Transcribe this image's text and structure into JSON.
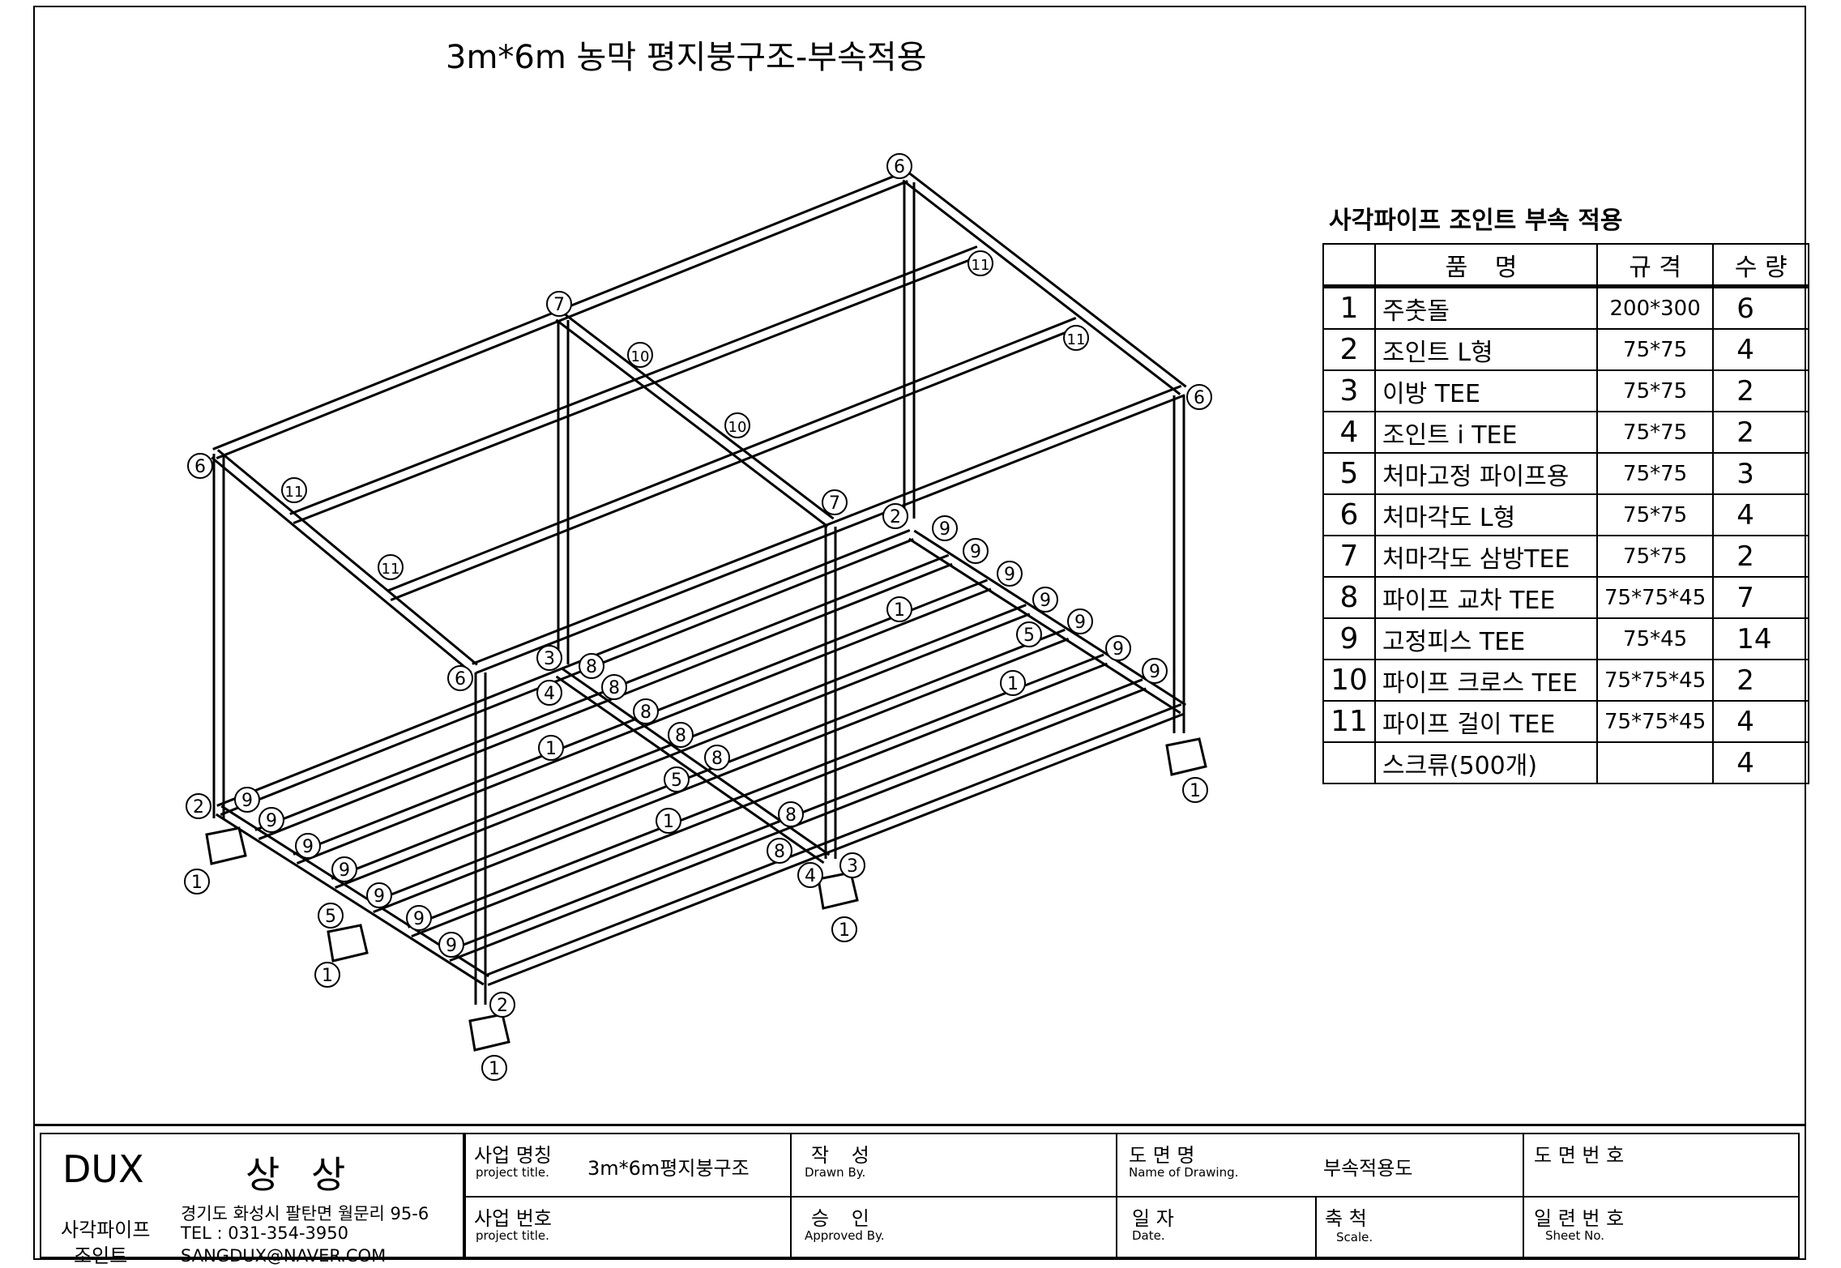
{
  "title": "3m*6m 농막 평지붕구조-부속적용",
  "parts_table": {
    "title": "사각파이프 조인트 부속 적용",
    "headers": {
      "name": "품 명",
      "spec": "규 격",
      "qty": "수 량"
    },
    "rows": [
      {
        "no": "1",
        "name": "주춧돌",
        "spec": "200*300",
        "qty": "6"
      },
      {
        "no": "2",
        "name": "조인트 L형",
        "spec": "75*75",
        "qty": "4"
      },
      {
        "no": "3",
        "name": "이방 TEE",
        "spec": "75*75",
        "qty": "2"
      },
      {
        "no": "4",
        "name": "조인트 i TEE",
        "spec": "75*75",
        "qty": "2"
      },
      {
        "no": "5",
        "name": "처마고정 파이프용",
        "spec": "75*75",
        "qty": "3"
      },
      {
        "no": "6",
        "name": "처마각도 L형",
        "spec": "75*75",
        "qty": "4"
      },
      {
        "no": "7",
        "name": "처마각도 삼방TEE",
        "spec": "75*75",
        "qty": "2"
      },
      {
        "no": "8",
        "name": "파이프 교차 TEE",
        "spec": "75*75*45",
        "qty": "7"
      },
      {
        "no": "9",
        "name": "고정피스 TEE",
        "spec": "75*45",
        "qty": "14"
      },
      {
        "no": "10",
        "name": "파이프 크로스 TEE",
        "spec": "75*75*45",
        "qty": "2"
      },
      {
        "no": "11",
        "name": "파이프 걸이 TEE",
        "spec": "75*75*45",
        "qty": "4"
      },
      {
        "no": "",
        "name": "스크류(500개)",
        "spec": "",
        "qty": "4"
      }
    ]
  },
  "drawing_labels": {
    "callouts": [
      "1",
      "2",
      "3",
      "4",
      "5",
      "6",
      "7",
      "8",
      "9",
      "10",
      "11"
    ]
  },
  "title_block": {
    "company": "DUX",
    "company_kr": "상 상",
    "subtitle_line1": "사각파이프",
    "subtitle_line2": "조인트",
    "address": "경기도 화성시 팔탄면 월문리 95-6",
    "tel": "TEL : 031-354-3950",
    "email": "SANGDUX@NAVER.COM",
    "project_title_label": "사업 명칭",
    "project_title_en": "project title.",
    "project_title_value": "3m*6m평지붕구조",
    "project_no_label": "사업 번호",
    "project_no_en": "project title.",
    "drawn_label": "작 성",
    "drawn_en": "Drawn By.",
    "approved_label": "승 인",
    "approved_en": "Approved By.",
    "drawing_name_label": "도 면 명",
    "drawing_name_en": "Name of Drawing.",
    "drawing_name_value": "부속적용도",
    "date_label": "일 자",
    "date_en": "Date.",
    "scale_label": "축 척",
    "scale_en": "Scale.",
    "drawing_no_label": "도 면 번 호",
    "sheet_no_label": "일 련 번 호",
    "sheet_no_en": "Sheet No."
  }
}
